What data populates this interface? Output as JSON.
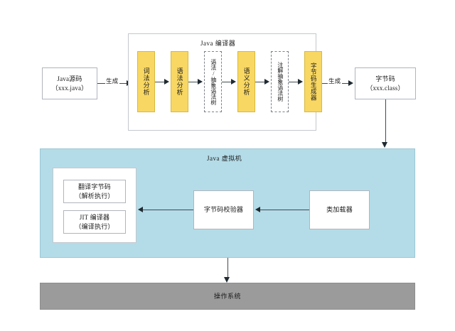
{
  "diagram": {
    "title_semantic": "java-compile-and-run-pipeline",
    "colors": {
      "stage_fill": "#f8d763",
      "stage_border": "#d8b93f",
      "jvm_fill": "#b4dce8",
      "jvm_border": "#9cc6d4",
      "os_fill": "#9b9b9b",
      "box_border": "#b0b4bb",
      "arrow": "#1f2a31",
      "background": "#ffffff"
    }
  },
  "source": {
    "line1": "Java源码",
    "line2": "（xxx.java）"
  },
  "compiler": {
    "title": "Java 编译器",
    "stages": [
      {
        "label": "词法分析",
        "style": "solid"
      },
      {
        "label": "语法分析",
        "style": "solid"
      },
      {
        "label": "语法/抽象语法树",
        "style": "dashed"
      },
      {
        "label": "语义分析",
        "style": "solid"
      },
      {
        "label": "注解抽象语法树",
        "style": "dashed"
      },
      {
        "label": "字节码生成器",
        "style": "solid"
      }
    ]
  },
  "bytecode": {
    "line1": "字节码",
    "line2": "（xxx.class）"
  },
  "edges": {
    "source_to_compiler": "生成",
    "compiler_to_bytecode": "生成"
  },
  "jvm": {
    "title": "Java 虚拟机",
    "engine": {
      "interpreter": {
        "line1": "翻译字节码",
        "line2": "（解析执行）"
      },
      "jit": {
        "line1": "JIT 编译器",
        "line2": "（编译执行）"
      }
    },
    "verifier": "字节码校验器",
    "classloader": "类加载器"
  },
  "os": {
    "label": "操作系统"
  }
}
